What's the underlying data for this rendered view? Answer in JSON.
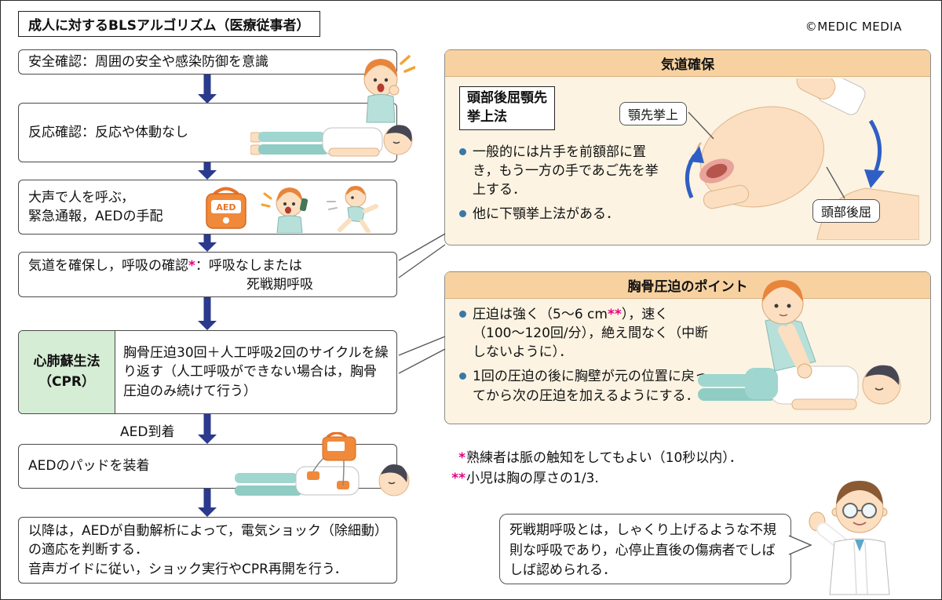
{
  "page": {
    "title": "成人に対するBLSアルゴリズム（医療従事者）",
    "copyright": "©MEDIC MEDIA"
  },
  "flowchart": {
    "step1": "安全確認：周囲の安全や感染防御を意識",
    "step2": "反応確認：反応や体動なし",
    "step3": "大声で人を呼ぶ，\n緊急通報，AEDの手配",
    "step4_before": "気道を確保し，呼吸の確認",
    "step4_marker": "*",
    "step4_after": "：呼吸なしまたは",
    "step4_line2": "死戦期呼吸",
    "cpr_label": "心肺蘇生法\n（CPR）",
    "cpr_text": "胸骨圧迫30回＋人工呼吸2回のサイクルを繰り返す（人工呼吸ができない場合は，胸骨圧迫のみ続けて行う）",
    "aed_arrival": "AED到着",
    "step6": "AEDのパッドを装着",
    "step7": "以降は，AEDが自動解析によって，電気ショック（除細動）の適応を判断する．\n音声ガイドに従い，ショック実行やCPR再開を行う．",
    "aed_device_label": "AED"
  },
  "airway_panel": {
    "title": "気道確保",
    "method": "頭部後屈顎先\n挙上法",
    "bullet1": "一般的には片手を前額部に置き，もう一方の手であご先を挙上する．",
    "bullet2": "他に下顎挙上法がある．",
    "callout_chin": "顎先挙上",
    "callout_head": "頭部後屈"
  },
  "compression_panel": {
    "title": "胸骨圧迫のポイント",
    "bullet1_before": "圧迫は強く（5〜6 cm",
    "bullet1_marker": "**",
    "bullet1_after": "），速く（100〜120回/分），絶え間なく（中断しないように）．",
    "bullet2": "1回の圧迫の後に胸壁が元の位置に戻ってから次の圧迫を加えるようにする．"
  },
  "footnotes": {
    "note1_marker": "*",
    "note1_text": "熟練者は脈の触知をしてもよい（10秒以内）．",
    "note2_marker": "**",
    "note2_text": "小児は胸の厚さの1/3."
  },
  "gasping_note": "死戦期呼吸とは，しゃくり上げるような不規則な呼吸であり，心停止直後の傷病者でしばしば認められる．"
}
